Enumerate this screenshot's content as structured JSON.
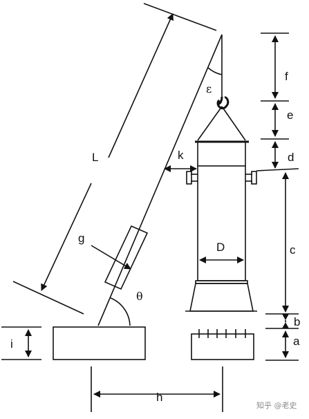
{
  "labels": {
    "L": "L",
    "k": "k",
    "g": "g",
    "theta": "θ",
    "epsilon": "ε",
    "D": "D",
    "f": "f",
    "e": "e",
    "d": "d",
    "c": "c",
    "b": "b",
    "a": "a",
    "i": "i",
    "h": "h"
  },
  "watermark": "知乎 @老史"
}
